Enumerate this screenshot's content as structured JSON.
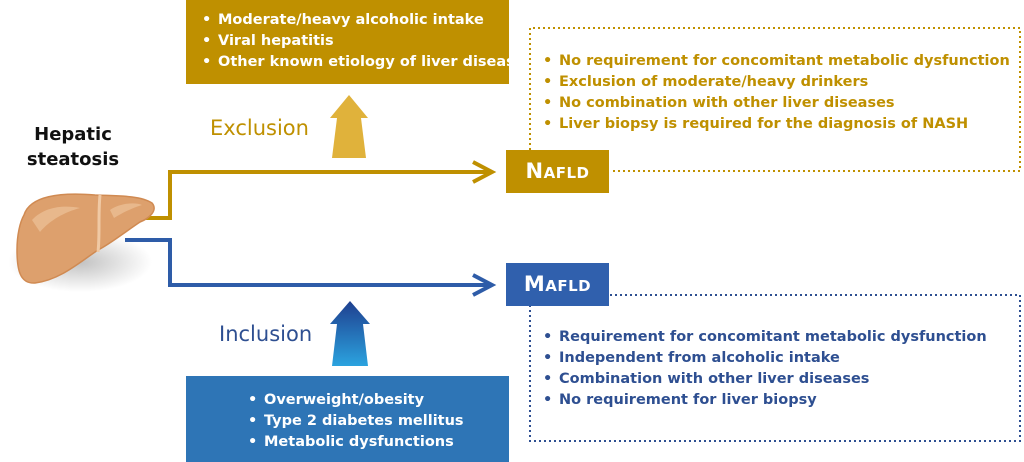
{
  "title": "Hepatic steatosis",
  "exclusion": {
    "label": "Exclusion",
    "criteria": [
      "Moderate/heavy alcoholic intake",
      "Viral hepatitis",
      "Other known etiology of liver disease"
    ]
  },
  "inclusion": {
    "label": "Inclusion",
    "criteria": [
      "Overweight/obesity",
      "Type 2 diabetes mellitus",
      "Metabolic dysfunctions"
    ]
  },
  "nafld": {
    "initial": "N",
    "rest": "AFLD",
    "features": [
      "No requirement for concomitant metabolic dysfunction",
      "Exclusion of moderate/heavy drinkers",
      "No combination with other liver diseases",
      "Liver biopsy is required for the diagnosis of NASH"
    ]
  },
  "mafld": {
    "initial": "M",
    "rest": "AFLD",
    "features": [
      "Requirement for concomitant metabolic dysfunction",
      "Independent from alcoholic intake",
      "Combination with other liver diseases",
      "No requirement for liver biopsy"
    ]
  },
  "colors": {
    "gold": "#BF9000",
    "blue": "#2E5CA8",
    "blue_box": "#2E75B6"
  }
}
